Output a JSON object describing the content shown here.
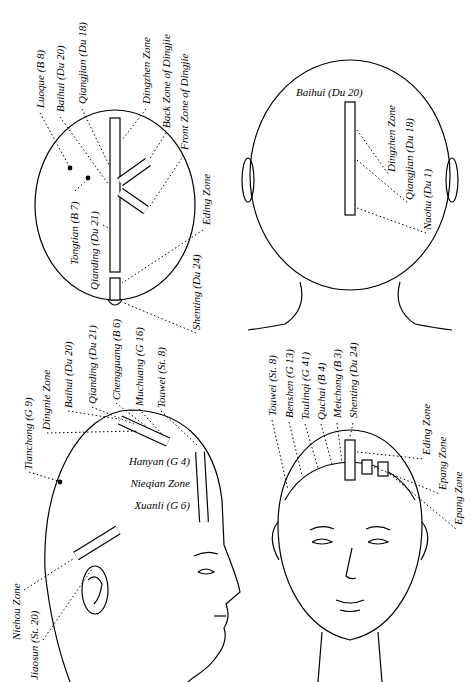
{
  "diagram": {
    "labels": [
      "Luoque (B 8)",
      "Baihui (Du 20)",
      "Qiangjian (Du 18)",
      "Dingzhen Zone",
      "Back Zone of Dingjie",
      "Front Zone of Dingjie",
      "Tongtian (B 7)",
      "Qianding (Du 21)",
      "Eding Zone",
      "Shenting (Du 24)",
      "Baihui (Du 20)",
      "Dingzhen Zone",
      "Qiangjian (Du 18)",
      "Naohu (Du 1)",
      "Tianchong (G 9)",
      "Dingnie Zone",
      "Baihui (Du 20)",
      "Qianding (Du 21)",
      "Chengguang (B 6)",
      "Muchuang (G 16)",
      "Touwei (St. 8)",
      "Hanyan (G 4)",
      "Nieqian Zone",
      "Xuanli (G 6)",
      "Niehou Zone",
      "Jiaosun (St. 20)",
      "Touwei (St. 8)",
      "Benshen (G 13)",
      "Toulinqi (G 41)",
      "Quchai (B 4)",
      "Meichong (B 3)",
      "Shenting (Du 24)",
      "Eding Zone",
      "Epang Zone",
      "Epang Zone"
    ]
  }
}
